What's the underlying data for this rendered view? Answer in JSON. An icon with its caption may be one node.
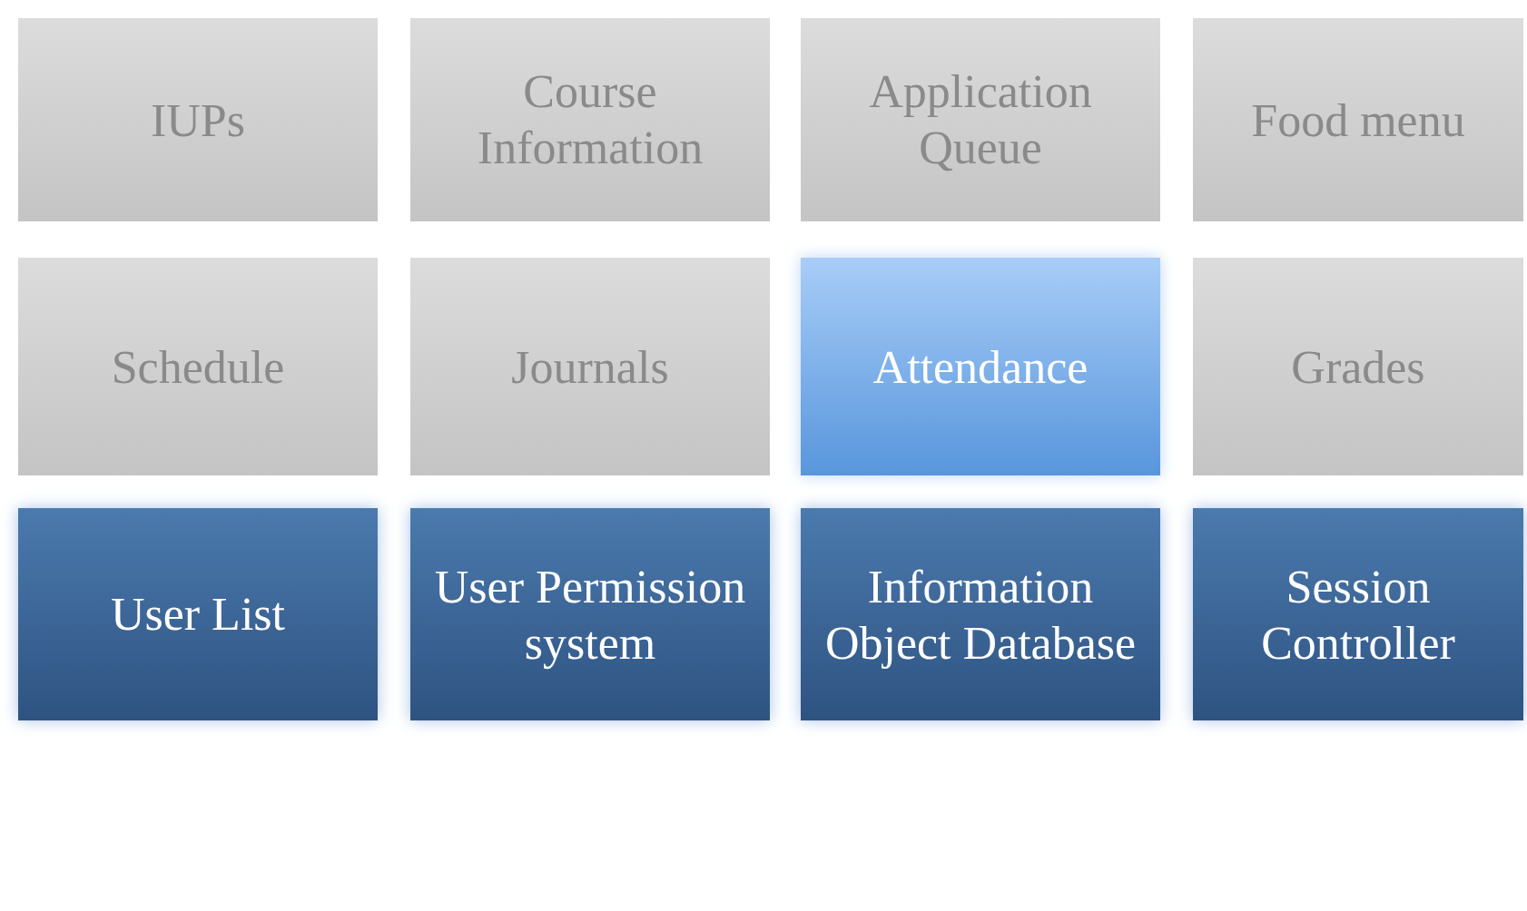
{
  "diagram": {
    "nodes": [
      {
        "text": [
          "IUPs"
        ]
      },
      {
        "text": [
          "Course Information"
        ]
      },
      {
        "text": [
          "Application Queue"
        ]
      },
      {
        "text": [
          "Food menu"
        ]
      },
      {
        "text": [
          "Schedule"
        ]
      },
      {
        "text": [
          "Journals"
        ]
      },
      {
        "text": [
          "Attendance"
        ]
      },
      {
        "text": [
          "Grades"
        ]
      },
      {
        "text": [
          "User List"
        ]
      },
      {
        "text": [
          "User Permission system"
        ]
      },
      {
        "text": [
          "Information Object Database"
        ]
      },
      {
        "text": [
          "Session Controller"
        ]
      }
    ]
  }
}
